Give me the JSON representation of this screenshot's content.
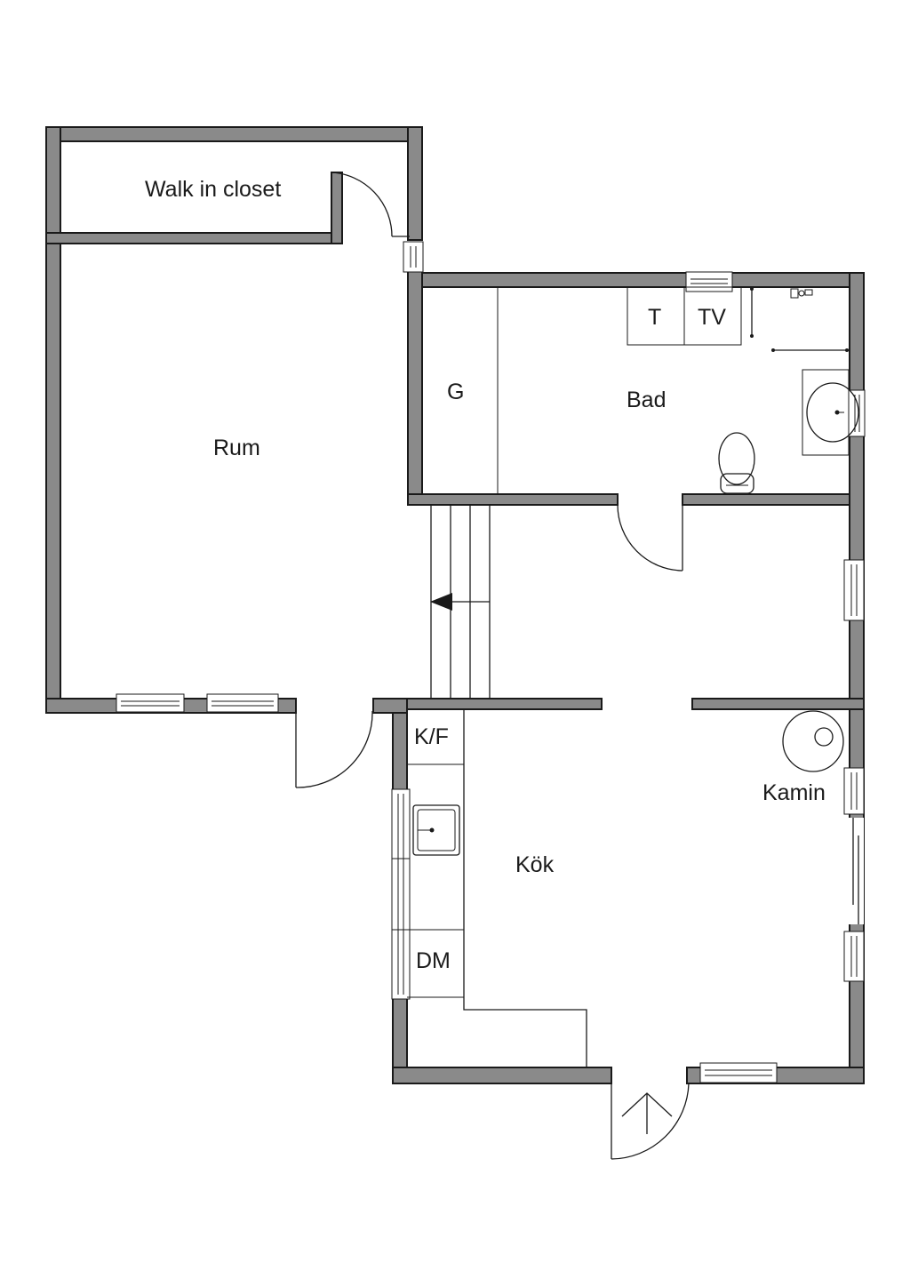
{
  "rooms": {
    "walk_in_closet": "Walk in closet",
    "rum": "Rum",
    "bad": "Bad",
    "kok": "Kök",
    "kamin": "Kamin"
  },
  "fixtures": {
    "g": "G",
    "t": "T",
    "tv": "TV",
    "kf": "K/F",
    "dm": "DM"
  },
  "colors": {
    "wall_fill": "#8a8a8a",
    "line": "#1a1a1a",
    "background": "#ffffff"
  }
}
